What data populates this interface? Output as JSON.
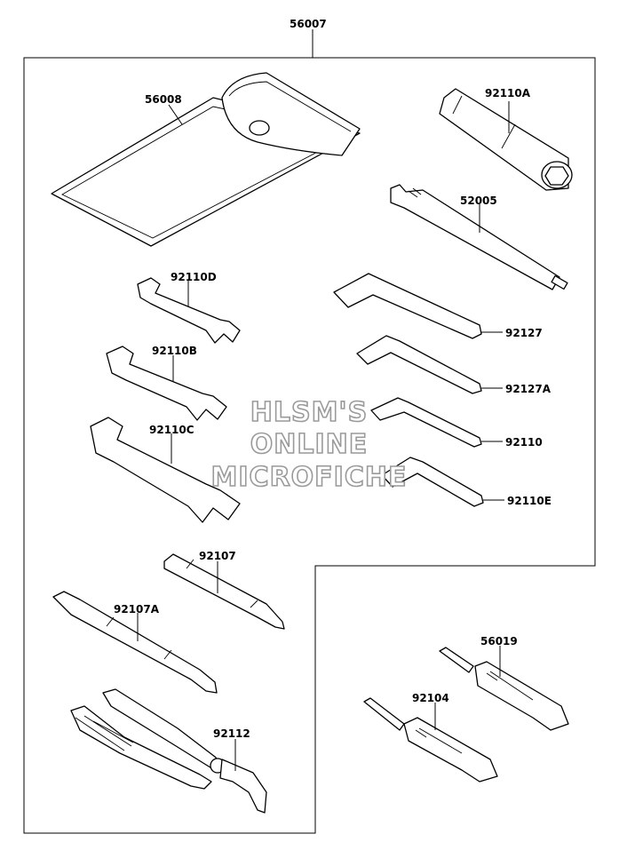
{
  "parts": {
    "p56007": "56007",
    "p56008": "56008",
    "p92110A": "92110A",
    "p52005": "52005",
    "p92110D": "92110D",
    "p92110B": "92110B",
    "p92110C": "92110C",
    "p92127": "92127",
    "p92127A": "92127A",
    "p92110": "92110",
    "p92110E": "92110E",
    "p92107": "92107",
    "p92107A": "92107A",
    "p92112": "92112",
    "p56019": "56019",
    "p92104": "92104"
  },
  "watermark": {
    "line1": "HLSM'S",
    "line2": "ONLINE",
    "line3": "MICROFICHE"
  }
}
